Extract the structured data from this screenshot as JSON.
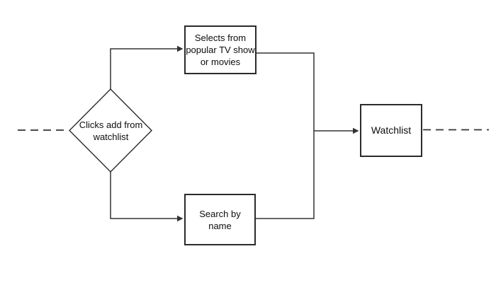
{
  "diagram": {
    "type": "flowchart",
    "background_color": "#ffffff",
    "stroke_color": "#333333",
    "text_color": "#0d0d0d",
    "nodes": [
      {
        "id": "clicks-add-from-watchlist",
        "shape": "diamond",
        "label": "Clicks add from\nwatchlist"
      },
      {
        "id": "selects-from-popular",
        "shape": "rectangle",
        "label": "Selects from\npopular TV show\nor movies"
      },
      {
        "id": "search-by-name",
        "shape": "rectangle",
        "label": "Search by\nname"
      },
      {
        "id": "watchlist",
        "shape": "rectangle",
        "label": "Watchlist"
      }
    ],
    "edges": [
      {
        "from": "offscreen-left",
        "to": "clicks-add-from-watchlist",
        "style": "dashed"
      },
      {
        "from": "clicks-add-from-watchlist",
        "to": "selects-from-popular",
        "style": "solid-arrow"
      },
      {
        "from": "clicks-add-from-watchlist",
        "to": "search-by-name",
        "style": "solid-arrow"
      },
      {
        "from": "selects-from-popular",
        "to": "watchlist",
        "style": "solid-arrow"
      },
      {
        "from": "search-by-name",
        "to": "watchlist",
        "style": "solid-arrow"
      },
      {
        "from": "watchlist",
        "to": "offscreen-right",
        "style": "dashed"
      }
    ]
  }
}
